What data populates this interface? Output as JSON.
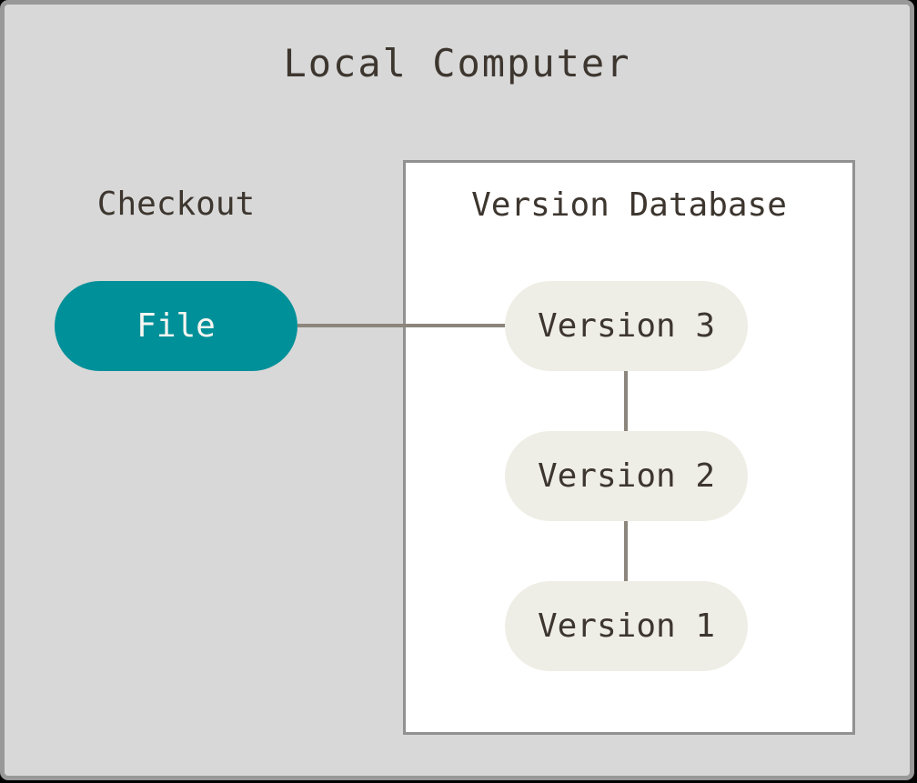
{
  "frame": {
    "title": "Local Computer"
  },
  "checkout": {
    "label": "Checkout",
    "node_label": "File"
  },
  "database": {
    "title": "Version Database",
    "versions": [
      "Version 3",
      "Version 2",
      "Version 1"
    ]
  },
  "connections": [
    {
      "from": "File",
      "to": "Version 3"
    },
    {
      "from": "Version 3",
      "to": "Version 2"
    },
    {
      "from": "Version 2",
      "to": "Version 1"
    }
  ],
  "colors": {
    "canvas_bg": "#d8d8d8",
    "frame_border": "#999999",
    "file_node_fill": "#009099",
    "file_node_text": "#f7f6f1",
    "version_node_fill": "#efeee6",
    "text": "#3d362f",
    "connector": "#8b857c",
    "database_box_bg": "#ffffff",
    "database_box_border": "#919191"
  }
}
